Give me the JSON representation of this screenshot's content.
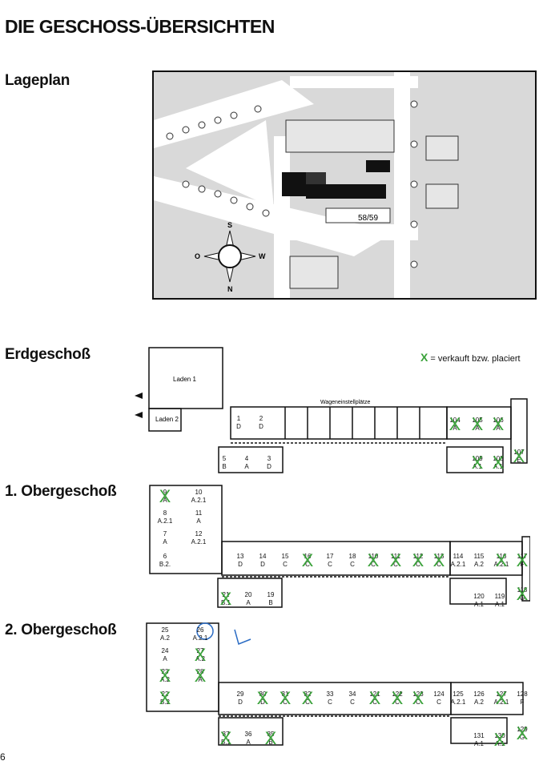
{
  "title": "DIE GESCHOSS-ÜBERSICHTEN",
  "sections": {
    "lageplan": "Lageplan",
    "erdgeschoss": "Erdgeschoß",
    "og1": "1. Obergeschoß",
    "og2": "2. Obergeschoß"
  },
  "legend": {
    "mark": "X",
    "text": "= verkauft bzw. placiert"
  },
  "map": {
    "label_building": "58/59",
    "compass": {
      "n": "N",
      "s": "S",
      "o": "O",
      "w": "W"
    }
  },
  "erdgeschoss": {
    "laden1": "Laden 1",
    "laden2": "Laden 2",
    "parking": "Wageneinstellplätze",
    "units": [
      {
        "n": "1",
        "t": "D",
        "sold": false
      },
      {
        "n": "2",
        "t": "D",
        "sold": false
      },
      {
        "n": "5",
        "t": "B",
        "sold": false
      },
      {
        "n": "4",
        "t": "A",
        "sold": false
      },
      {
        "n": "3",
        "t": "D",
        "sold": false
      },
      {
        "n": "104",
        "t": "A",
        "sold": true
      },
      {
        "n": "105",
        "t": "A",
        "sold": true
      },
      {
        "n": "106",
        "t": "A",
        "sold": true
      },
      {
        "n": "109",
        "t": "A.1",
        "sold": true
      },
      {
        "n": "108",
        "t": "A.1",
        "sold": true
      },
      {
        "n": "107",
        "t": "E",
        "sold": true
      }
    ]
  },
  "og1": {
    "units": [
      {
        "n": "9",
        "t": "A",
        "sold": true
      },
      {
        "n": "10",
        "t": "A.2.1",
        "sold": false
      },
      {
        "n": "8",
        "t": "A.2.1",
        "sold": false
      },
      {
        "n": "11",
        "t": "A",
        "sold": false
      },
      {
        "n": "7",
        "t": "A",
        "sold": false
      },
      {
        "n": "12",
        "t": "A.2.1",
        "sold": false
      },
      {
        "n": "6",
        "t": "B.2.",
        "sold": false
      },
      {
        "n": "13",
        "t": "D",
        "sold": false
      },
      {
        "n": "14",
        "t": "D",
        "sold": false
      },
      {
        "n": "15",
        "t": "C",
        "sold": false
      },
      {
        "n": "16",
        "t": "C",
        "sold": true
      },
      {
        "n": "17",
        "t": "C",
        "sold": false
      },
      {
        "n": "18",
        "t": "C",
        "sold": false
      },
      {
        "n": "110",
        "t": "C",
        "sold": true
      },
      {
        "n": "111",
        "t": "C",
        "sold": true
      },
      {
        "n": "112",
        "t": "C",
        "sold": true
      },
      {
        "n": "113",
        "t": "C",
        "sold": true
      },
      {
        "n": "114",
        "t": "A.2.1",
        "sold": false
      },
      {
        "n": "115",
        "t": "A.2",
        "sold": false
      },
      {
        "n": "116",
        "t": "A.2.1",
        "sold": true
      },
      {
        "n": "117",
        "t": "F",
        "sold": true
      },
      {
        "n": "21",
        "t": "B.1",
        "sold": true
      },
      {
        "n": "20",
        "t": "A",
        "sold": false
      },
      {
        "n": "19",
        "t": "B",
        "sold": false
      },
      {
        "n": "120",
        "t": "A.1",
        "sold": false
      },
      {
        "n": "119",
        "t": "A.1",
        "sold": false
      },
      {
        "n": "118",
        "t": "G",
        "sold": true
      }
    ]
  },
  "og2": {
    "units": [
      {
        "n": "25",
        "t": "A.2",
        "sold": false
      },
      {
        "n": "26",
        "t": "A.2.1",
        "sold": false
      },
      {
        "n": "24",
        "t": "A",
        "sold": false
      },
      {
        "n": "27",
        "t": "A.2",
        "sold": true
      },
      {
        "n": "23",
        "t": "A.2",
        "sold": true
      },
      {
        "n": "28",
        "t": "A",
        "sold": true
      },
      {
        "n": "22",
        "t": "B.2",
        "sold": true
      },
      {
        "n": "29",
        "t": "D",
        "sold": false
      },
      {
        "n": "30",
        "t": "D",
        "sold": true
      },
      {
        "n": "31",
        "t": "C",
        "sold": true
      },
      {
        "n": "32",
        "t": "C",
        "sold": true
      },
      {
        "n": "33",
        "t": "C",
        "sold": false
      },
      {
        "n": "34",
        "t": "C",
        "sold": false
      },
      {
        "n": "121",
        "t": "C",
        "sold": true
      },
      {
        "n": "122",
        "t": "C",
        "sold": true
      },
      {
        "n": "123",
        "t": "C",
        "sold": true
      },
      {
        "n": "124",
        "t": "C",
        "sold": false
      },
      {
        "n": "125",
        "t": "A.2.1",
        "sold": false
      },
      {
        "n": "126",
        "t": "A.2",
        "sold": false
      },
      {
        "n": "127",
        "t": "A.2.1",
        "sold": true
      },
      {
        "n": "128",
        "t": "F",
        "sold": false
      },
      {
        "n": "37",
        "t": "B.1",
        "sold": true
      },
      {
        "n": "36",
        "t": "A",
        "sold": false
      },
      {
        "n": "35",
        "t": "B",
        "sold": true
      },
      {
        "n": "131",
        "t": "A.1",
        "sold": false
      },
      {
        "n": "130",
        "t": "A.1",
        "sold": true
      },
      {
        "n": "129",
        "t": "G",
        "sold": true
      }
    ]
  },
  "page_number": "6",
  "colors": {
    "sold_mark": "#3aa23a",
    "annotation": "#2b6cc4"
  }
}
